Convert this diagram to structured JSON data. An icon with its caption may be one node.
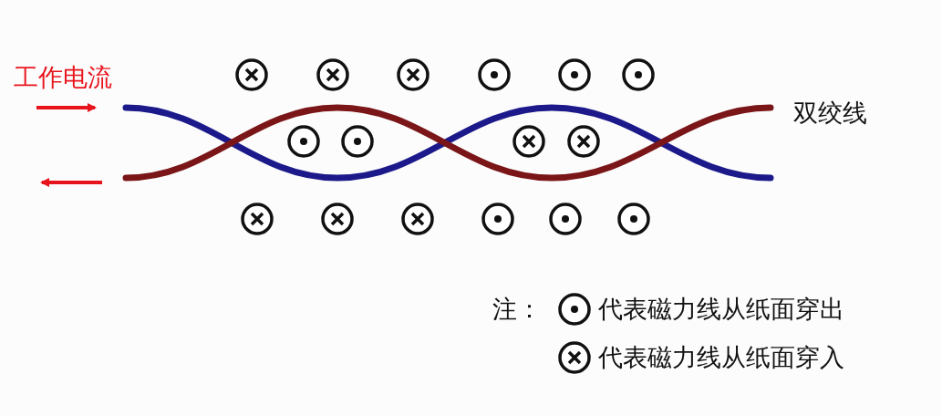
{
  "diagram": {
    "labels": [
      "工作电流",
      "双绞线",
      "注："
    ],
    "legend": [
      {
        "text": "代表磁力线从纸面穿出"
      },
      {
        "text": "代表磁力线从纸面穿入"
      }
    ]
  }
}
